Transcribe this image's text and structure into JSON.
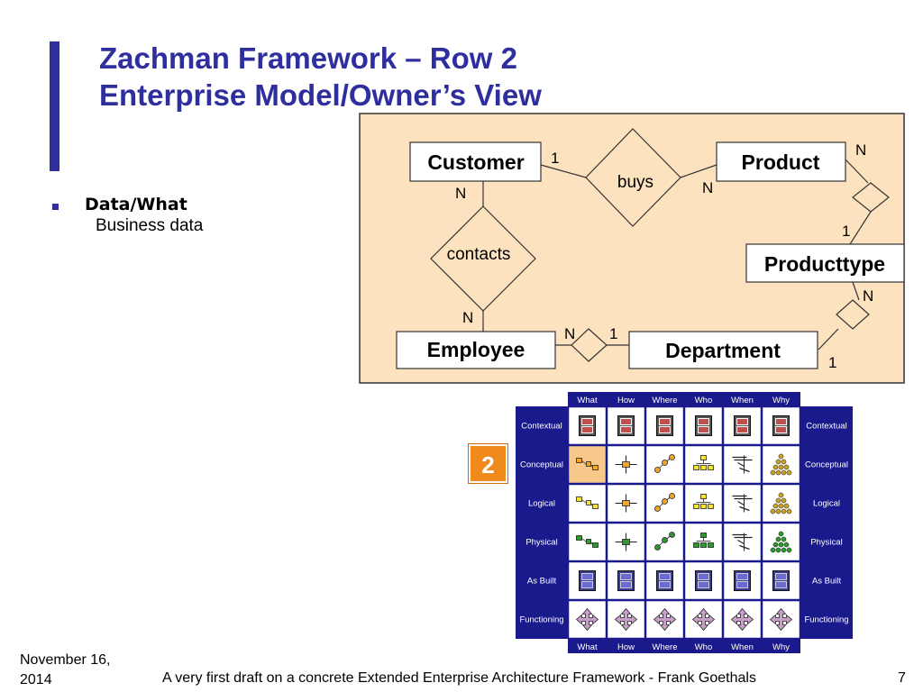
{
  "title": {
    "line1": "Zachman Framework – Row 2",
    "line2": "Enterprise Model/Owner’s View"
  },
  "bullet": {
    "heading": "Data/What",
    "text": "Business data"
  },
  "er_diagram": {
    "entities": {
      "customer": "Customer",
      "product": "Product",
      "producttype": "Producttype",
      "employee": "Employee",
      "department": "Department"
    },
    "relationships": {
      "buys": "buys",
      "contacts": "contacts"
    },
    "cardinalities": {
      "customer_buys": "1",
      "buys_product": "N",
      "product_producttype": "N",
      "producttype_product": "1",
      "customer_contacts": "N",
      "contacts_employee": "N",
      "producttype_department": "N",
      "department_producttype": "1",
      "employee_department": "N",
      "department_employee": "1"
    },
    "colors": {
      "background": "#fde2c0",
      "border": "#333333"
    }
  },
  "zachman_grid": {
    "columns": [
      "What",
      "How",
      "Where",
      "Who",
      "When",
      "Why"
    ],
    "rows": [
      "Contextual",
      "Conceptual",
      "Logical",
      "Physical",
      "As Built",
      "Functioning"
    ],
    "highlight_row_number": "2",
    "colors": {
      "header": "#1a1a8c",
      "highlight_cell": "#f8c88a",
      "badge": "#f08a1c"
    },
    "cell_icons": {
      "Contextual": [
        "film-icon",
        "film-icon",
        "film-icon",
        "film-icon",
        "film-icon",
        "film-icon"
      ],
      "Conceptual": [
        "entity-model-icon",
        "process-icon",
        "network-icon",
        "org-chart-icon",
        "schedule-icon",
        "goal-icon"
      ],
      "Logical": [
        "entity-model-icon",
        "process-icon",
        "network-icon",
        "org-chart-icon",
        "schedule-icon",
        "goal-icon"
      ],
      "Physical": [
        "entity-model-icon",
        "process-icon",
        "network-icon",
        "org-chart-icon",
        "schedule-icon",
        "goal-icon"
      ],
      "As Built": [
        "database-icon",
        "database-icon",
        "database-icon",
        "database-icon",
        "database-icon",
        "database-icon"
      ],
      "Functioning": [
        "cross-arrows-icon",
        "cross-arrows-icon",
        "cross-arrows-icon",
        "cross-arrows-icon",
        "cross-arrows-icon",
        "cross-arrows-icon"
      ]
    }
  },
  "footer": {
    "date": "November 16, 2014",
    "text": "A very first draft on a concrete Extended Enterprise Architecture Framework - Frank Goethals",
    "page": "7"
  }
}
